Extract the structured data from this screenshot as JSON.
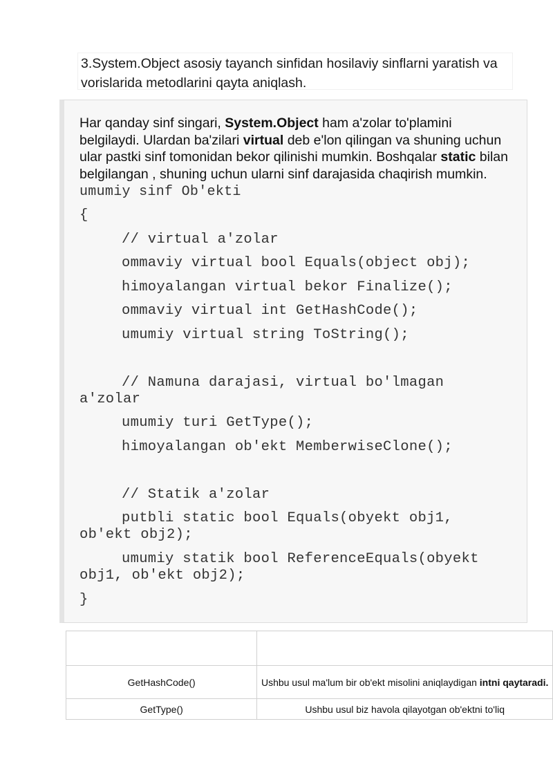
{
  "heading": "3.System.Object asosiy  tayanch sinfidan hosilaviy sinflarni yaratish va vorislarida metodlarini qayta aniqlash.",
  "intro": {
    "t1": "Har qanday sinf singari, ",
    "b1": "System.Object",
    "t2": " ham a'zolar to'plamini belgilaydi. Ulardan ba'zilari ",
    "b2": "virtual",
    "t3": " deb e'lon qilingan va shuning uchun ular pastki sinf tomonidan bekor qilinishi mumkin. Boshqalar ",
    "b3": "static",
    "t4": " bilan belgilangan , shuning uchun ularni sinf darajasida chaqirish mumkin. ",
    "code_start": "umumiy sinf Ob'ekti"
  },
  "code": {
    "open": "{",
    "c_virtual": "// virtual a'zolar",
    "l1": "ommaviy virtual bool Equals(object obj);",
    "l2": "himoyalangan virtual bekor Finalize();",
    "l3": "ommaviy virtual int GetHashCode();",
    "l4": "umumiy virtual string ToString();",
    "c_instance_a": "// Namuna darajasi, virtual bo'lmagan",
    "c_instance_b": "a'zolar",
    "l5": "umumiy turi GetType();",
    "l6": "himoyalangan ob'ekt MemberwiseClone();",
    "c_static": "// Statik a'zolar",
    "l7a": "putbli static bool Equals(obyekt obj1,",
    "l7b": "ob'ekt obj2);",
    "l8a": "umumiy statik bool ReferenceEquals(obyekt",
    "l8b": "obj1, ob'ekt obj2);",
    "close": "}"
  },
  "table": {
    "rows": [
      {
        "method": "",
        "desc": ""
      },
      {
        "method": "GetHashCode()",
        "desc": "Ushbu usul ma'lum bir ob'ekt misolini aniqlaydigan ",
        "desc_bold": "intni qaytaradi."
      },
      {
        "method": "GetType()",
        "desc": "Ushbu usul biz havola qilayotgan ob'ektni to'liq"
      }
    ]
  }
}
